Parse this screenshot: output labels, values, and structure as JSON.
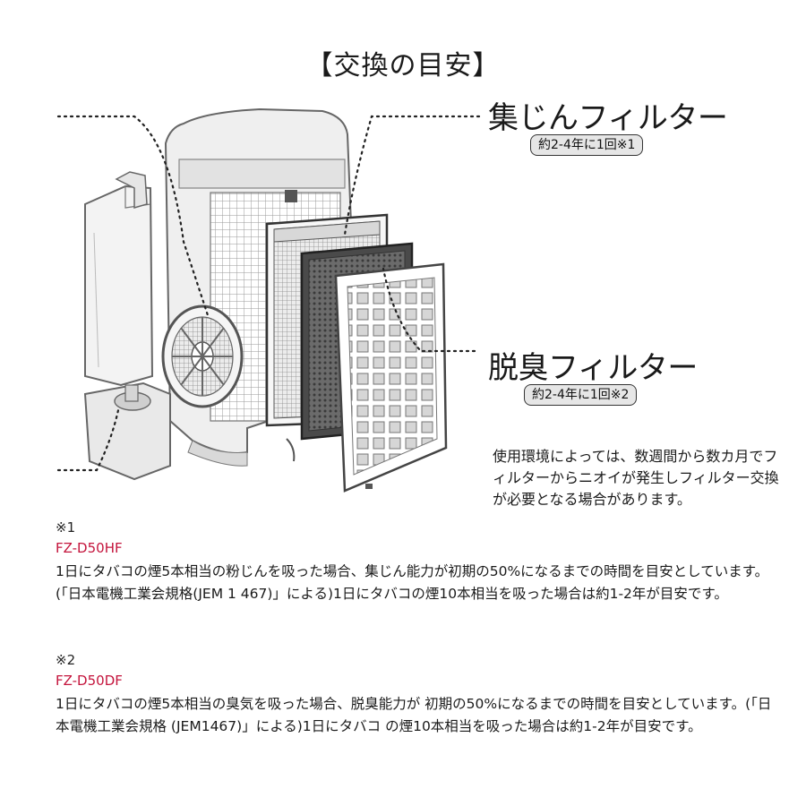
{
  "title": "【交換の目安】",
  "callouts": {
    "dust_filter": {
      "name": "集じんフィルター",
      "interval": "約2-4年に1回※1"
    },
    "deodorizing_filter": {
      "name": "脱臭フィルター",
      "interval": "約2-4年に1回※2"
    }
  },
  "note": "使用環境によっては、数週間から数カ月でフィルターからニオイが発生しフィルター交換が必要となる場合があります。",
  "footnotes": [
    {
      "mark": "※1",
      "model": "FZ-D50HF",
      "text": "1日にタバコの煙5本相当の粉じんを吸った場合、集じん能力が初期の50%になるまでの時間を目安としています。(「日本電機工業会規格(JEM 1 467)」による)1日にタバコの煙10本相当を吸った場合は約1-2年が目安です。"
    },
    {
      "mark": "※2",
      "model": "FZ-D50DF",
      "text": "1日にタバコの煙5本相当の臭気を吸った場合、脱臭能力が 初期の50%になるまでの時間を目安としています。(「日本電機工業会規格 (JEM1467)」による)1日にタバコ の煙10本相当を吸った場合は約1-2年が目安です。"
    },
    {}
  ],
  "colors": {
    "model_text": "#c4143c",
    "badge_bg": "#e6e6e6",
    "line": "#333333"
  }
}
